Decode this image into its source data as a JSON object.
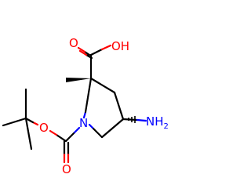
{
  "molecule": {
    "atoms": {
      "carboxyl_oh": {
        "label": "OH",
        "color": "#ff0000"
      },
      "carboxyl_o": {
        "label": "O",
        "color": "#ff0000"
      },
      "ring_n": {
        "label": "N",
        "color": "#0000ff"
      },
      "amino": {
        "label": "NH",
        "subscript": "2",
        "color": "#0000ff"
      },
      "carbamate_o_ether": {
        "label": "O",
        "color": "#ff0000"
      },
      "carbamate_o_carbonyl": {
        "label": "O",
        "color": "#ff0000"
      }
    },
    "colors": {
      "bond": "#000000",
      "oxygen": "#ff0000",
      "nitrogen": "#0000ff",
      "background": "#ffffff"
    }
  }
}
